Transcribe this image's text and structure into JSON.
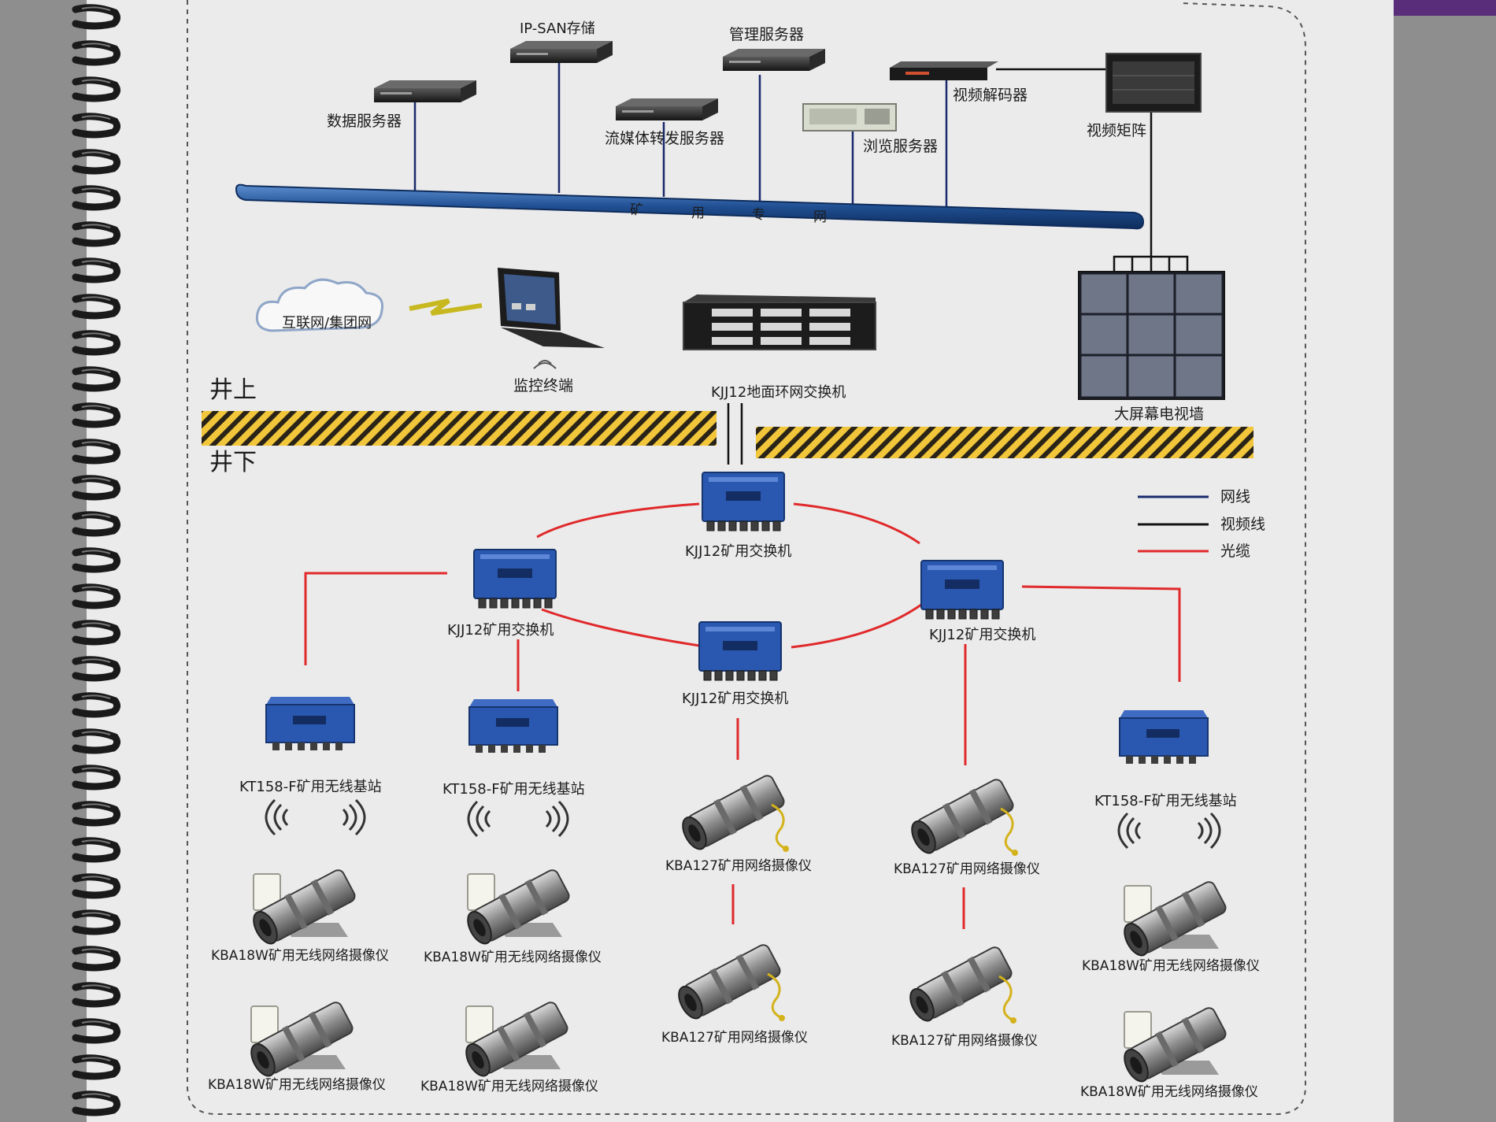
{
  "servers": {
    "ipsan": "IP-SAN存储",
    "mgmt": "管理服务器",
    "data": "数据服务器",
    "stream": "流媒体转发服务器",
    "browse": "浏览服务器",
    "decoder": "视频解码器",
    "matrix": "视频矩阵"
  },
  "backbone": [
    "矿",
    "用",
    "专",
    "网"
  ],
  "surface": {
    "cloud": "互联网/集团网",
    "terminal": "监控终端",
    "ground_switch": "KJJ12地面环网交换机",
    "video_wall": "大屏幕电视墙",
    "above_label": "井上",
    "below_label": "井下"
  },
  "legend": [
    "网线",
    "视频线",
    "光缆"
  ],
  "switches": {
    "top": "KJJ12矿用交换机",
    "left": "KJJ12矿用交换机",
    "right": "KJJ12矿用交换机",
    "bottom": "KJJ12矿用交换机"
  },
  "base_stations": [
    "KT158-F矿用无线基站",
    "KT158-F矿用无线基站",
    "KT158-F矿用无线基站"
  ],
  "wireless_cameras": [
    "KBA18W矿用无线网络摄像仪",
    "KBA18W矿用无线网络摄像仪",
    "KBA18W矿用无线网络摄像仪",
    "KBA18W矿用无线网络摄像仪",
    "KBA18W矿用无线网络摄像仪",
    "KBA18W矿用无线网络摄像仪"
  ],
  "network_cameras": [
    "KBA127矿用网络摄像仪",
    "KBA127矿用网络摄像仪",
    "KBA127矿用网络摄像仪",
    "KBA127矿用网络摄像仪"
  ],
  "colors": {
    "network": "#1a2a6c",
    "video": "#111111",
    "fiber": "#e0292b",
    "backbone": "#1f4f92",
    "device": "#2a58b0"
  }
}
